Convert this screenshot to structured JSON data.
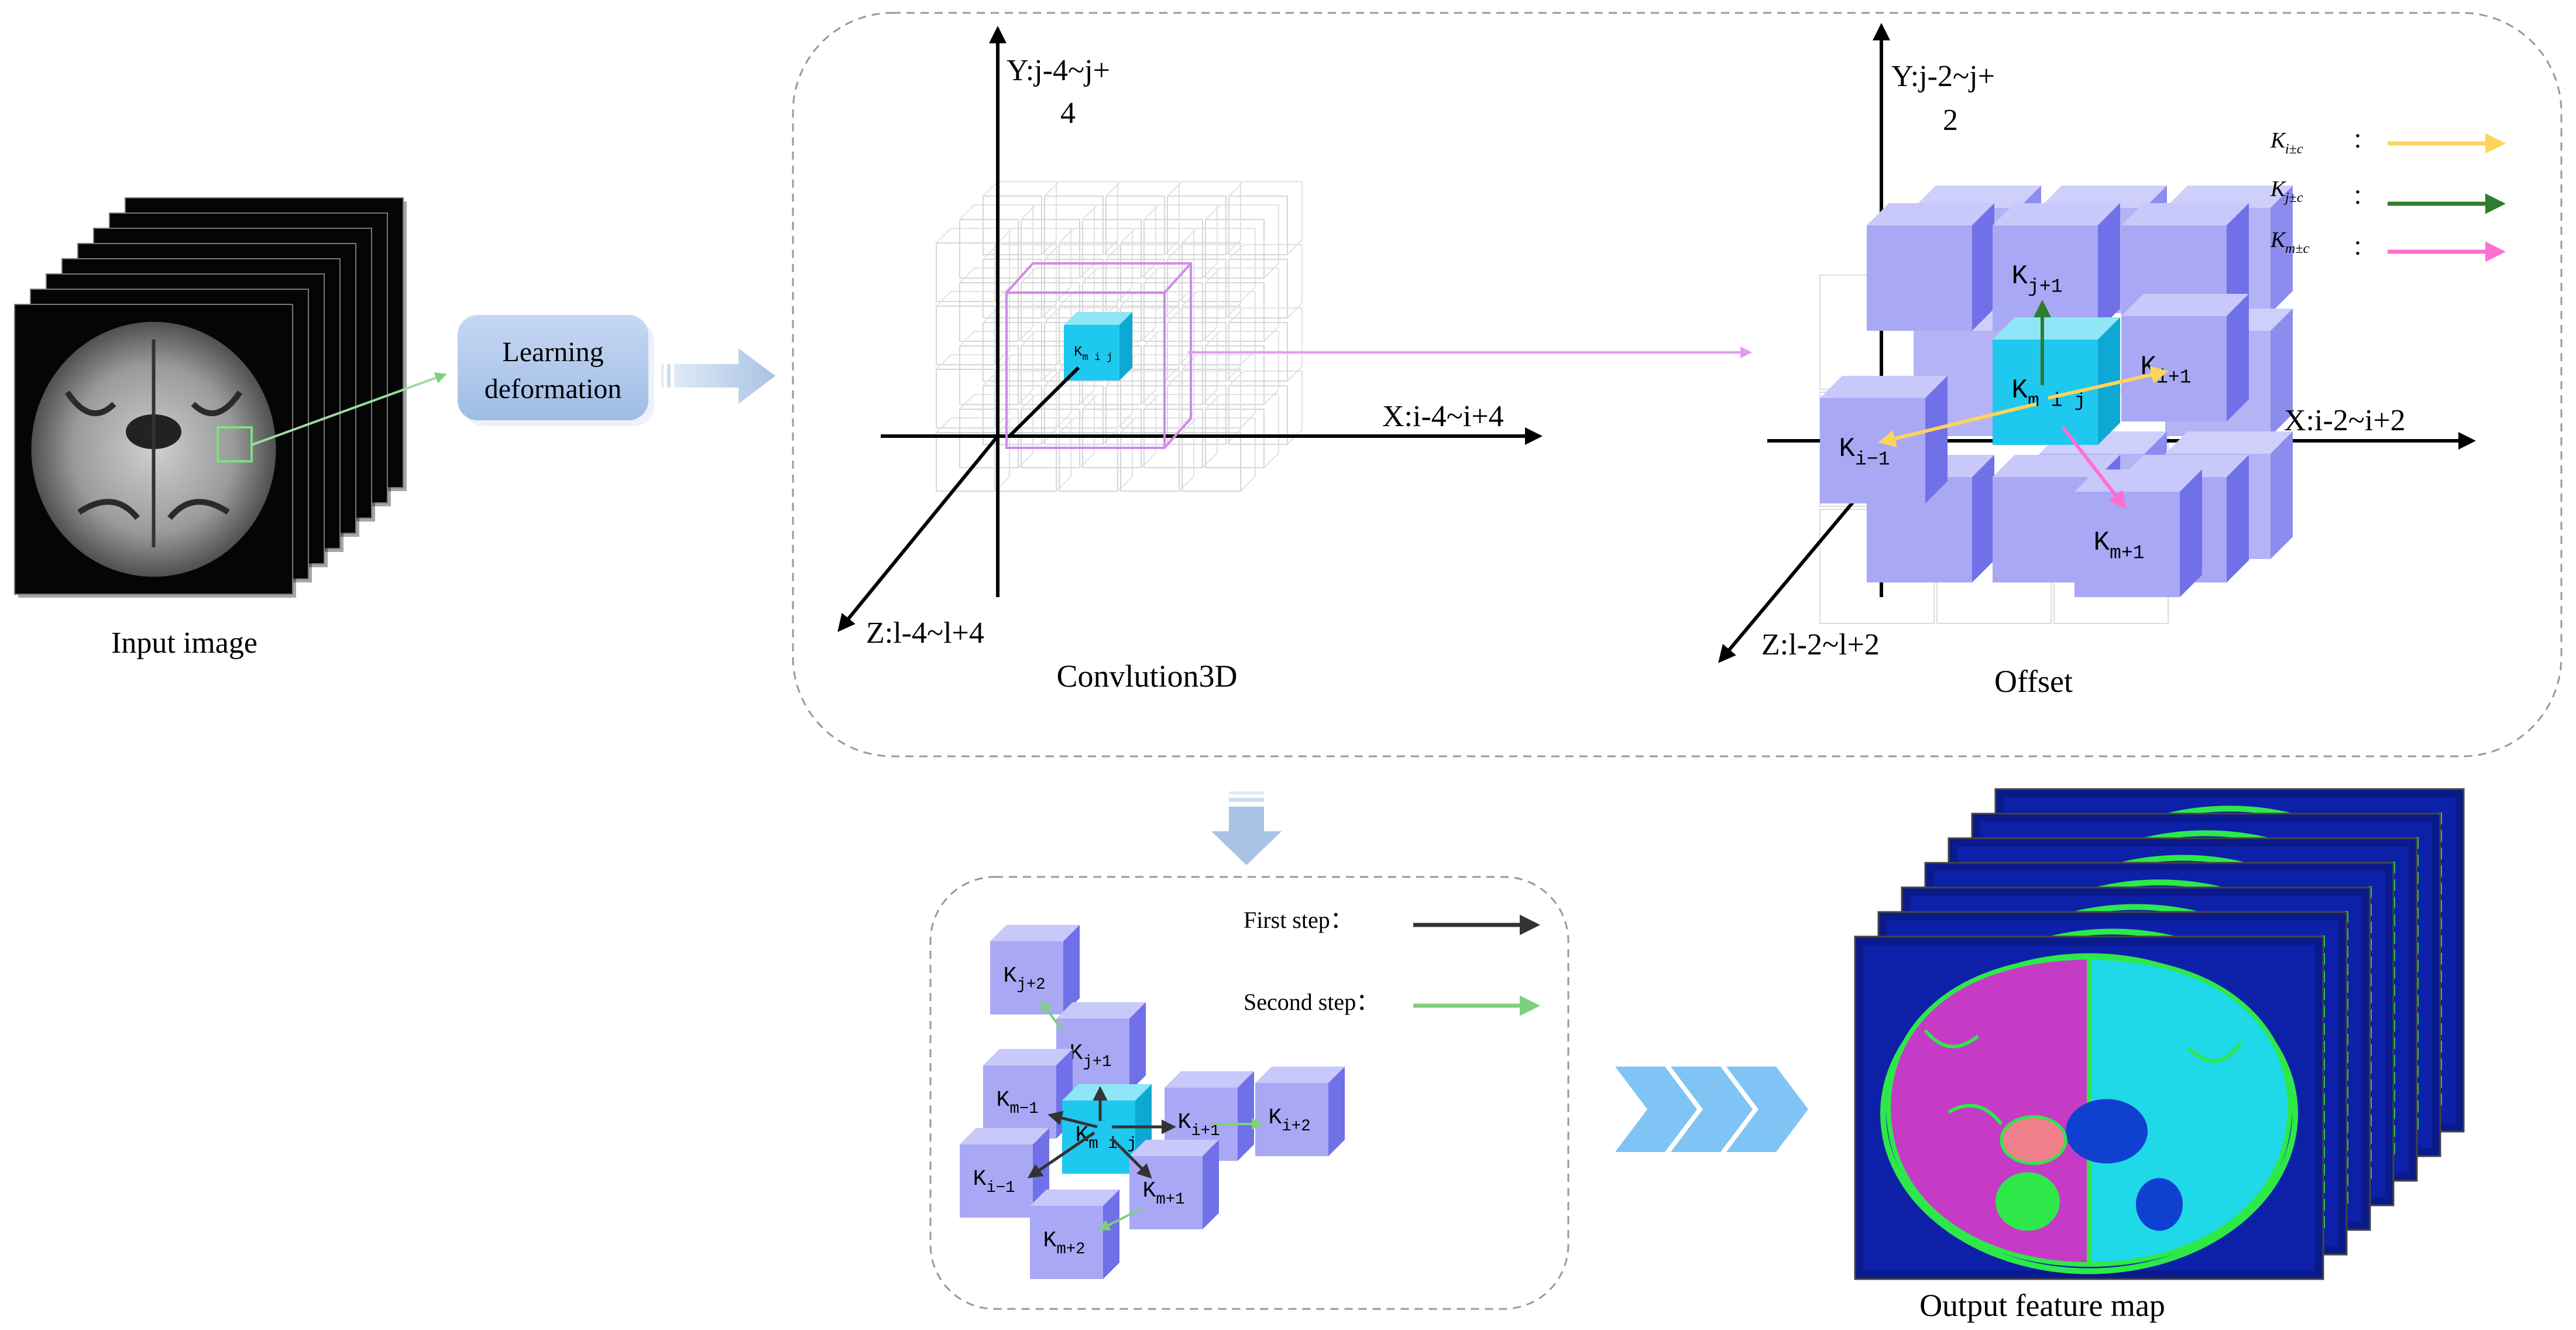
{
  "labels": {
    "input_image": "Input image",
    "learning_deformation_line1": "Learning",
    "learning_deformation_line2": "deformation",
    "convolution3d": "Convlution3D",
    "offset": "Offset",
    "output_feature_map": "Output feature map",
    "conv_y_axis_line1": "Y:j-4~j+",
    "conv_y_axis_line2": "4",
    "conv_x_axis": "X:i-4~i+4",
    "conv_z_axis": "Z:l-4~l+4",
    "off_y_axis_line1": "Y:j-2~j+",
    "off_y_axis_line2": "2",
    "off_x_axis": "X:i-2~i+2",
    "off_z_axis": "Z:l-2~l+2",
    "first_step": "First step：",
    "second_step": "Second step："
  },
  "legend": [
    {
      "base": "K",
      "sub": "i±c",
      "suffix": "：",
      "color": "#ffd45a"
    },
    {
      "base": "K",
      "sub": "j±c",
      "suffix": "：",
      "color": "#2e7d2e"
    },
    {
      "base": "K",
      "sub": "m±c",
      "suffix": "：",
      "color": "#ff6fcf"
    }
  ],
  "kernel_labels": {
    "conv_center": "K",
    "conv_center_sub": "m i j",
    "off_j_plus1": "K",
    "off_j_plus1_sub": "j+1",
    "off_center": "K",
    "off_center_sub": "m i j",
    "off_i_plus1": "K",
    "off_i_plus1_sub": "i+1",
    "off_i_minus1": "K",
    "off_i_minus1_sub": "i−1",
    "off_m_plus1": "K",
    "off_m_plus1_sub": "m+1",
    "s_j_plus2": "K",
    "s_j_plus2_sub": "j+2",
    "s_j_plus1": "K",
    "s_j_plus1_sub": "j+1",
    "s_m_minus1": "K",
    "s_m_minus1_sub": "m−1",
    "s_center": "K",
    "s_center_sub": "m i j",
    "s_i_plus1": "K",
    "s_i_plus1_sub": "i+1",
    "s_i_plus2": "K",
    "s_i_plus2_sub": "i+2",
    "s_i_minus1": "K",
    "s_i_minus1_sub": "i−1",
    "s_m_plus1": "K",
    "s_m_plus1_sub": "m+1",
    "s_m_plus2": "K",
    "s_m_plus2_sub": "m+2"
  },
  "colors": {
    "cube_face": "#a8a8f5",
    "cube_top": "#c8c8fa",
    "cube_side": "#7070e8",
    "center_face": "#1fc8ef",
    "center_top": "#8ee6f7",
    "center_side": "#0ea8d4",
    "first_step_arrow": "#333333",
    "second_step_arrow": "#7fcf7f",
    "flow_arrow": "#a9c3e4",
    "chevron": "#7fc4f4",
    "conv_box": "#d08ae8"
  }
}
